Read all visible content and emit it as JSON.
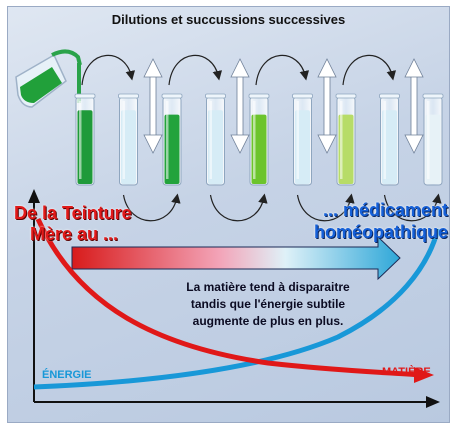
{
  "header": {
    "title": "Dilutions et succussions successives"
  },
  "left_title": {
    "line1": "De la Teinture",
    "line2": "Mère au ..."
  },
  "right_title": {
    "line1": "... médicament",
    "line2": "homéopathique"
  },
  "center_text": {
    "line1": "La matière tend à disparaitre",
    "line2": "tandis que l'énergie subtile",
    "line3": "augmente de plus en plus."
  },
  "curves": {
    "energy_label": "ÉNERGIE",
    "matter_label": "MATIÈRE"
  },
  "tubes": [
    {
      "liquid": "#1f9a3a",
      "fill": 0.85
    },
    {
      "liquid": "#d6ecf6",
      "fill": 0.85
    },
    {
      "liquid": "#23a33c",
      "fill": 0.8
    },
    {
      "liquid": "#d6ecf6",
      "fill": 0.85
    },
    {
      "liquid": "#6cc42c",
      "fill": 0.8
    },
    {
      "liquid": "#d6ecf6",
      "fill": 0.85
    },
    {
      "liquid": "#b7dc68",
      "fill": 0.8
    },
    {
      "liquid": "#d6ecf6",
      "fill": 0.85
    },
    {
      "liquid": "#e7f2f7",
      "fill": 0.8
    }
  ],
  "colors": {
    "matter": "#e01818",
    "energy": "#1898d8",
    "mother_tincture": "#21a03a",
    "background": "#c9d6e8"
  }
}
